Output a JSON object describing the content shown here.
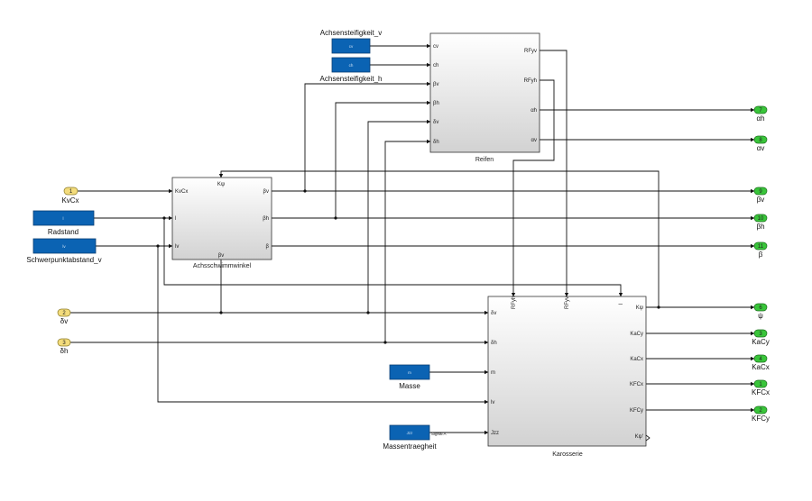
{
  "blocks": {
    "reifen": {
      "name": "Reifen",
      "inputs": [
        "cv",
        "ch",
        "βv",
        "βh",
        "δv",
        "δh"
      ],
      "outputs": [
        "RFyv",
        "RFyh",
        "αh",
        "αv"
      ]
    },
    "achs": {
      "name": "Achsschwimmwinkel",
      "inputs": [
        "KvCx",
        "l",
        "lv"
      ],
      "outputs": [
        "βv",
        "βh",
        "β"
      ],
      "top_port": "Kψ",
      "bottom_port": "βv"
    },
    "karo": {
      "name": "Karosserie",
      "inputs": [
        "δv",
        "δh",
        "m",
        "lv",
        "Jzz"
      ],
      "outputs": [
        "Kψ",
        "KaCy",
        "KaCx",
        "KFCx",
        "KFCy",
        "Kψ'"
      ],
      "top_ports": [
        "RFyh",
        "RFyv",
        "l"
      ]
    }
  },
  "constants": {
    "achsv": {
      "label": "Achsensteifigkeit_v",
      "value": "cv"
    },
    "achsh": {
      "label": "Achsensteifigkeit_h",
      "value": "ch"
    },
    "radstand": {
      "label": "Radstand",
      "value": "l"
    },
    "schwer": {
      "label": "Schwerpunktabstand_v",
      "value": "lv"
    },
    "masse": {
      "label": "Masse",
      "value": "m"
    },
    "massen": {
      "label": "Massentraegheit",
      "value": "Jzz",
      "signal": "Signal A"
    }
  },
  "inports": [
    {
      "num": "1",
      "label": "KvCx"
    },
    {
      "num": "2",
      "label": "δv"
    },
    {
      "num": "3",
      "label": "δh"
    }
  ],
  "outports": [
    {
      "num": "7",
      "label": "αh"
    },
    {
      "num": "8",
      "label": "αv"
    },
    {
      "num": "9",
      "label": "βv"
    },
    {
      "num": "10",
      "label": "βh"
    },
    {
      "num": "11",
      "label": "β"
    },
    {
      "num": "6",
      "label": "ψ"
    },
    {
      "num": "3",
      "label": "KaCy"
    },
    {
      "num": "4",
      "label": "KaCx"
    },
    {
      "num": "1",
      "label": "KFCx"
    },
    {
      "num": "2",
      "label": "KFCy"
    }
  ],
  "colors": {
    "constant_fill": "#0b63b3",
    "inport_fill": "#f3dc7c",
    "outport_fill": "#39c53a"
  }
}
